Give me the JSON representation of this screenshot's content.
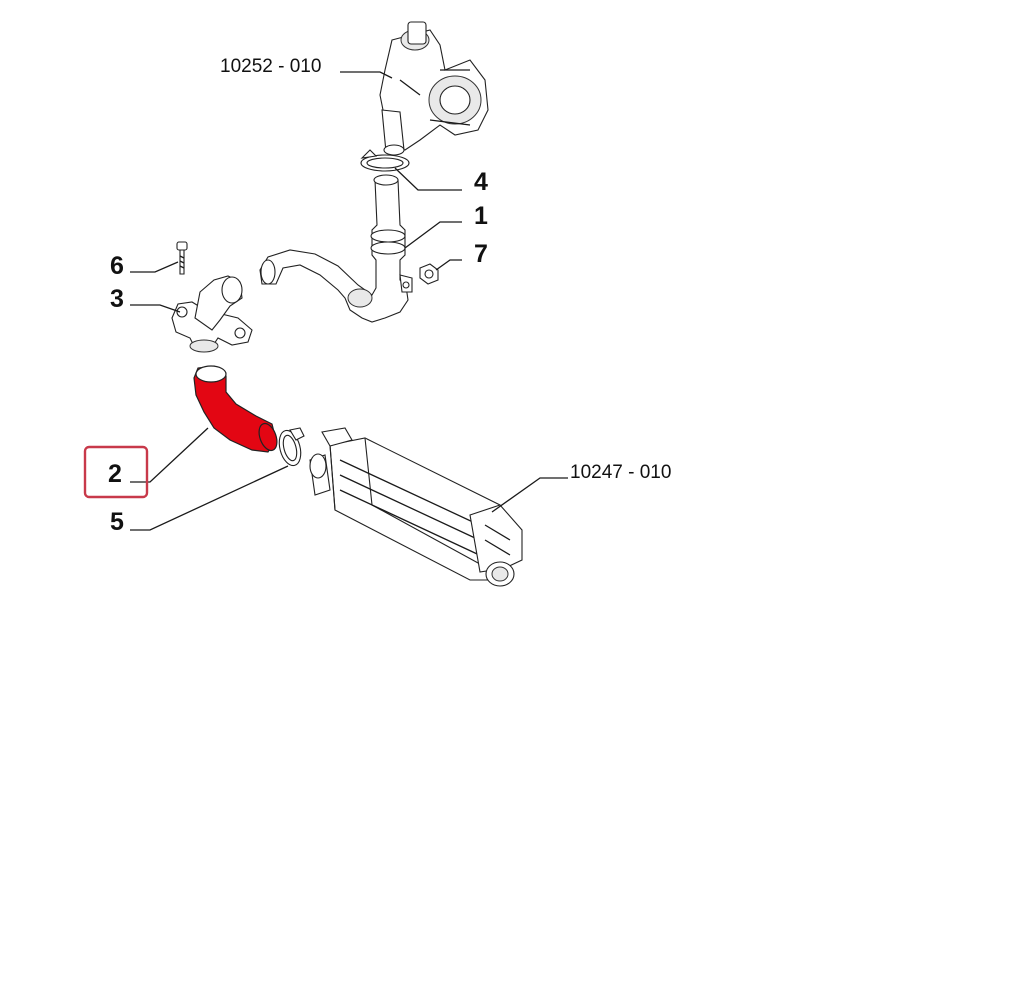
{
  "diagram": {
    "references": {
      "turbocharger": "10252 - 010",
      "intercooler": "10247 - 010"
    },
    "callouts": {
      "pipe": "1",
      "hose": "2",
      "flange": "3",
      "clamp_upper": "4",
      "clamp_lower": "5",
      "bolt": "6",
      "nut": "7"
    },
    "highlighted_part": "2"
  },
  "colors": {
    "highlight_part": "#e30613",
    "highlight_box": "#c8394a",
    "line": "#1a1a1a"
  }
}
